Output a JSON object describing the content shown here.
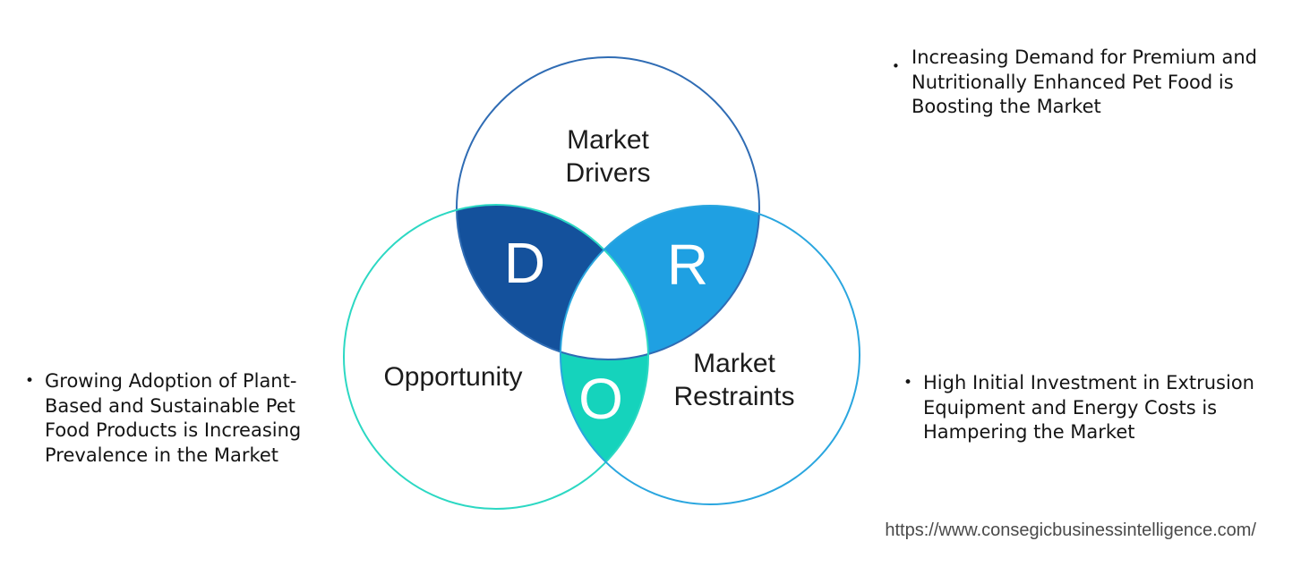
{
  "diagram": {
    "title_semantic": "DRO Venn diagram",
    "letters": {
      "d": "D",
      "r": "R",
      "o": "O"
    },
    "labels": {
      "drivers": [
        "Market",
        "Drivers"
      ],
      "opportunity": "Opportunity",
      "restraints": [
        "Market",
        "Restraints"
      ]
    },
    "colors": {
      "driver_fill": "#14519C",
      "restraint_fill": "#1FA0E2",
      "opportunity_fill": "#15D3BC",
      "top_circle_stroke": "#2F6CB4",
      "left_circle_stroke": "#2CD8C3",
      "right_circle_stroke": "#2AA6DF",
      "center_fill": "#FFFFFF"
    }
  },
  "notes": {
    "bullet_char": "•",
    "driver": {
      "lines": [
        "Increasing Demand for Premium and",
        "Nutritionally Enhanced Pet Food is",
        "Boosting the Market"
      ]
    },
    "opportunity": {
      "lines": [
        "Growing Adoption of Plant-",
        "Based and Sustainable Pet",
        "Food Products is Increasing",
        "Prevalence in the Market"
      ]
    },
    "restraint": {
      "lines": [
        "High Initial Investment in Extrusion",
        "Equipment and Energy Costs is",
        "Hampering the Market"
      ]
    }
  },
  "footer": {
    "url": "https://www.consegicbusinessintelligence.com/"
  }
}
